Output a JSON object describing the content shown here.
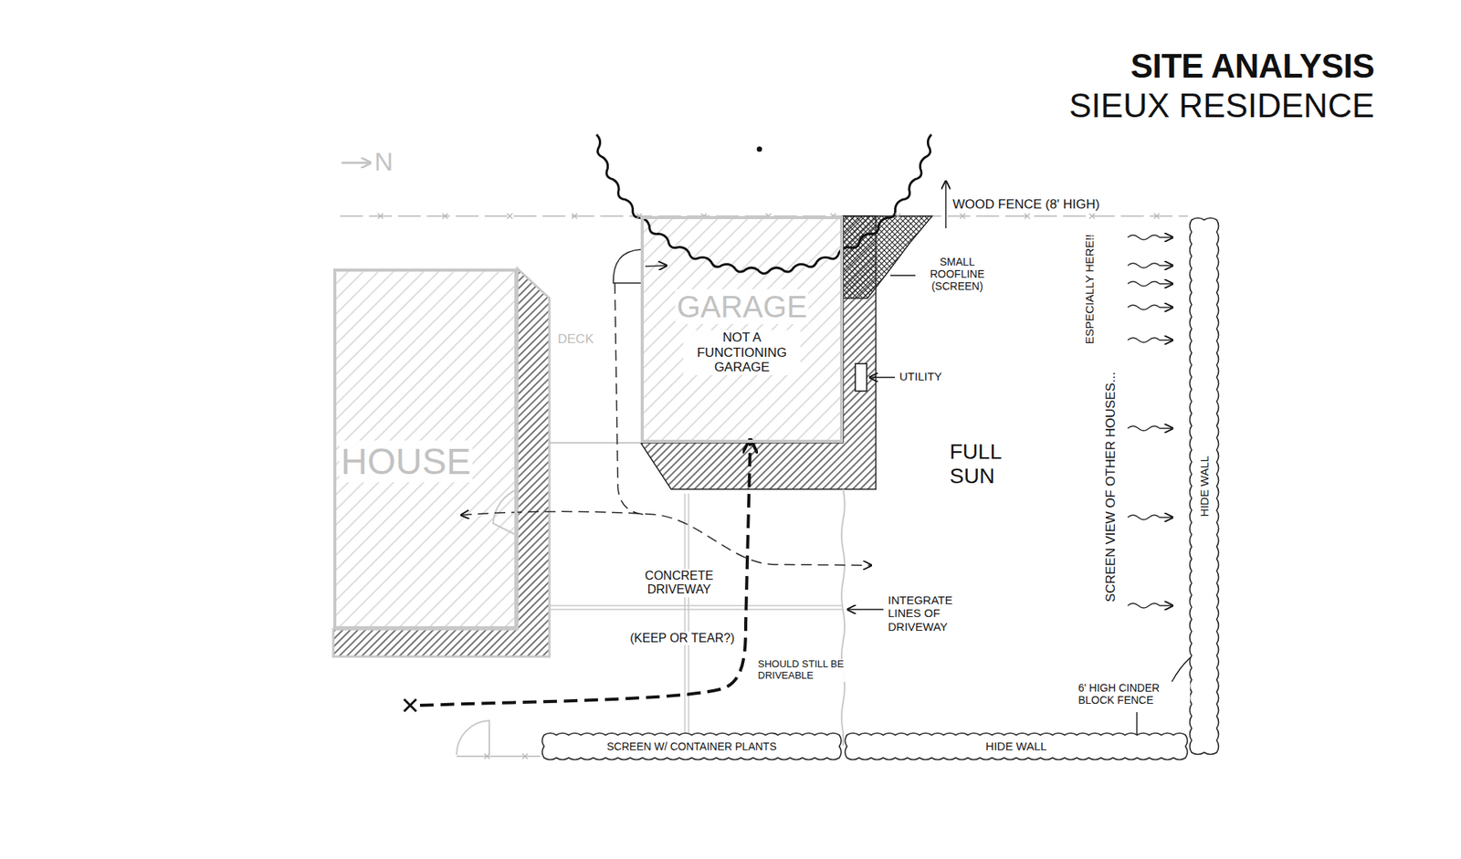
{
  "diagram": {
    "title": "SITE ANALYSIS",
    "nodes": [
      {
        "text": [
          "HOUSE"
        ]
      },
      {
        "text": [
          "GARAGE",
          "NOT A FUNCTIONING GARAGE"
        ]
      },
      {
        "text": [
          "HIDE WALL"
        ]
      },
      {
        "text": [
          "SCREEN W/ CONTAINER PLANTS"
        ]
      },
      {
        "text": [
          "HIDE WALL"
        ]
      }
    ],
    "labels": [
      "SIEUX RESIDENCE",
      "N",
      "DECK",
      "WOOD FENCE (8' HIGH)",
      "SMALL ROOFLINE (SCREEN)",
      "UTILITY",
      "FULL SUN",
      "ESPECIALLY HERE!!",
      "SCREEN VIEW OF OTHER HOUSES...",
      "CONCRETE DRIVEWAY",
      "(KEEP OR TEAR?)",
      "SHOULD STILL BE DRIVEABLE",
      "INTEGRATE LINES OF DRIVEWAY",
      "6' HIGH CINDER BLOCK FENCE"
    ]
  }
}
